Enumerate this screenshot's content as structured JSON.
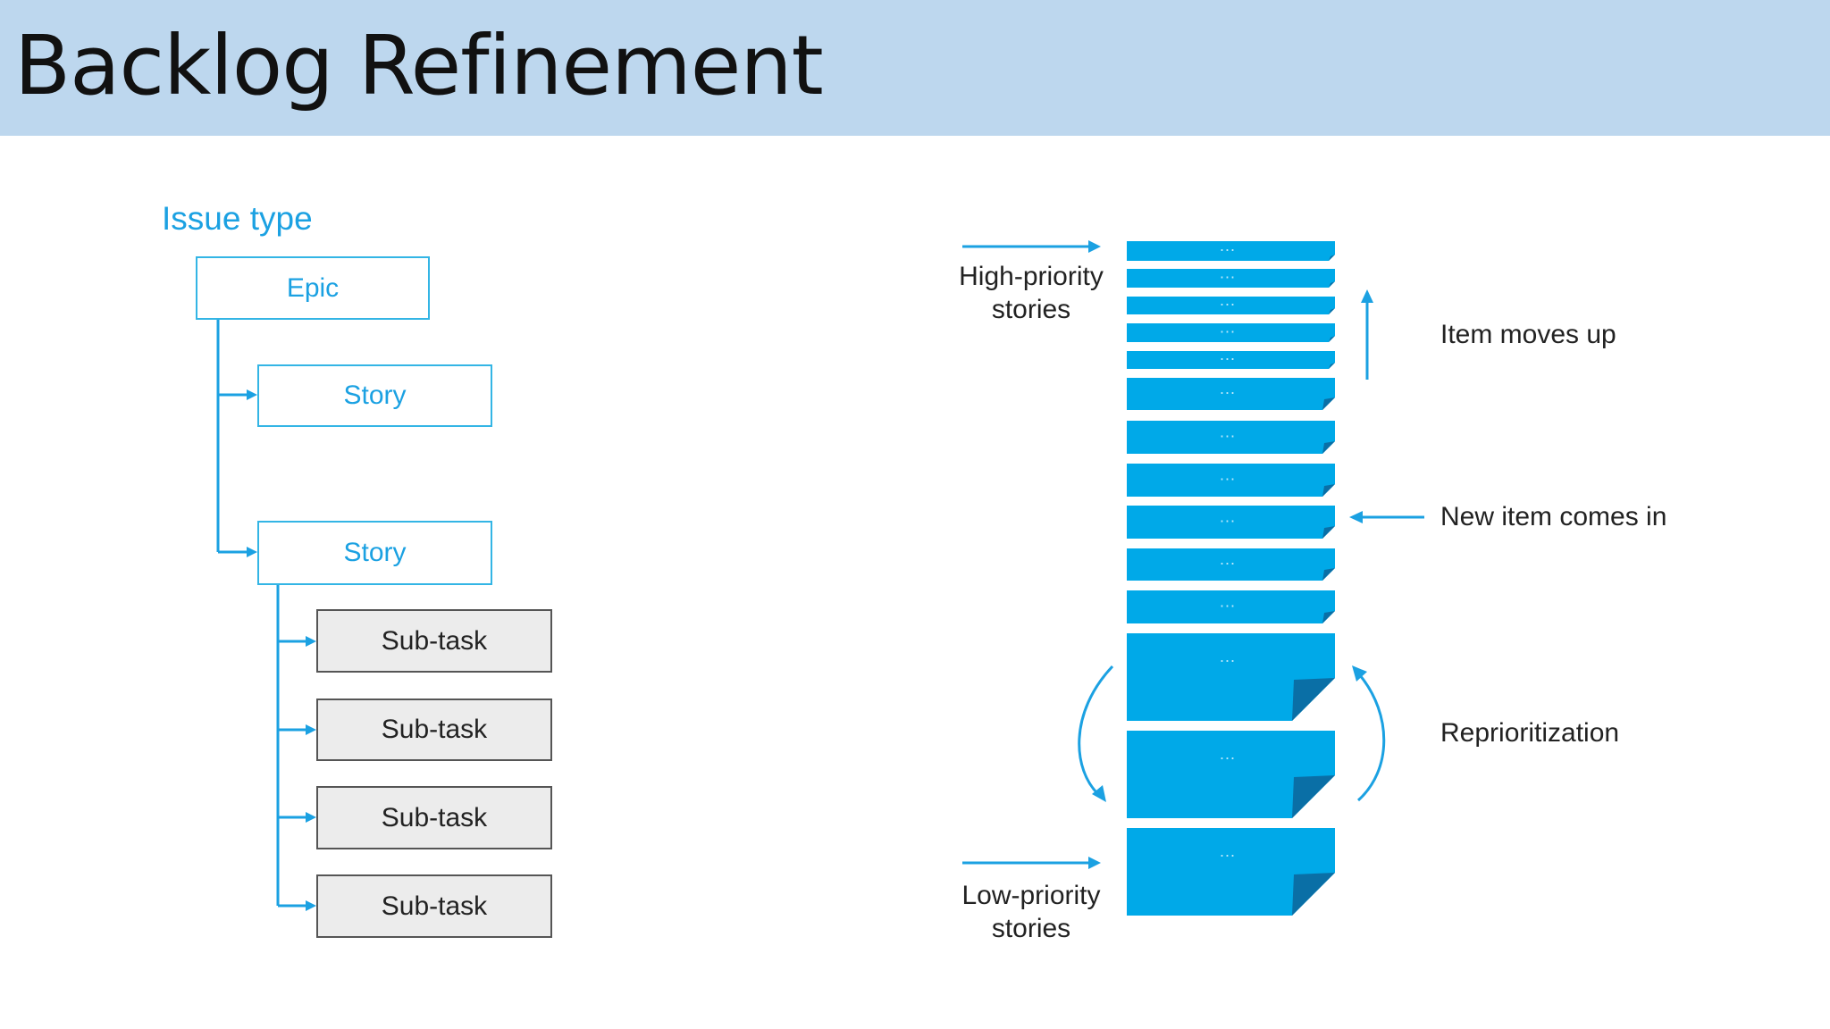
{
  "slide": {
    "title": "Backlog Refinement"
  },
  "hierarchy": {
    "heading": "Issue type",
    "epic": "Epic",
    "stories": [
      "Story",
      "Story"
    ],
    "subtasks": [
      "Sub-task",
      "Sub-task",
      "Sub-task",
      "Sub-task"
    ]
  },
  "backlog": {
    "top_label": "High-priority\nstories",
    "bottom_label": "Low-priority\nstories",
    "item_text": "···",
    "annotations": {
      "moves_up": "Item moves up",
      "new_item": "New item comes in",
      "reprioritization": "Reprioritization"
    }
  },
  "colors": {
    "title_bar": "#bdd7ee",
    "accent": "#1ba1e2",
    "card": "#00a9e8",
    "card_fold": "#0a6fa6",
    "subtask_fill": "#ececec"
  }
}
